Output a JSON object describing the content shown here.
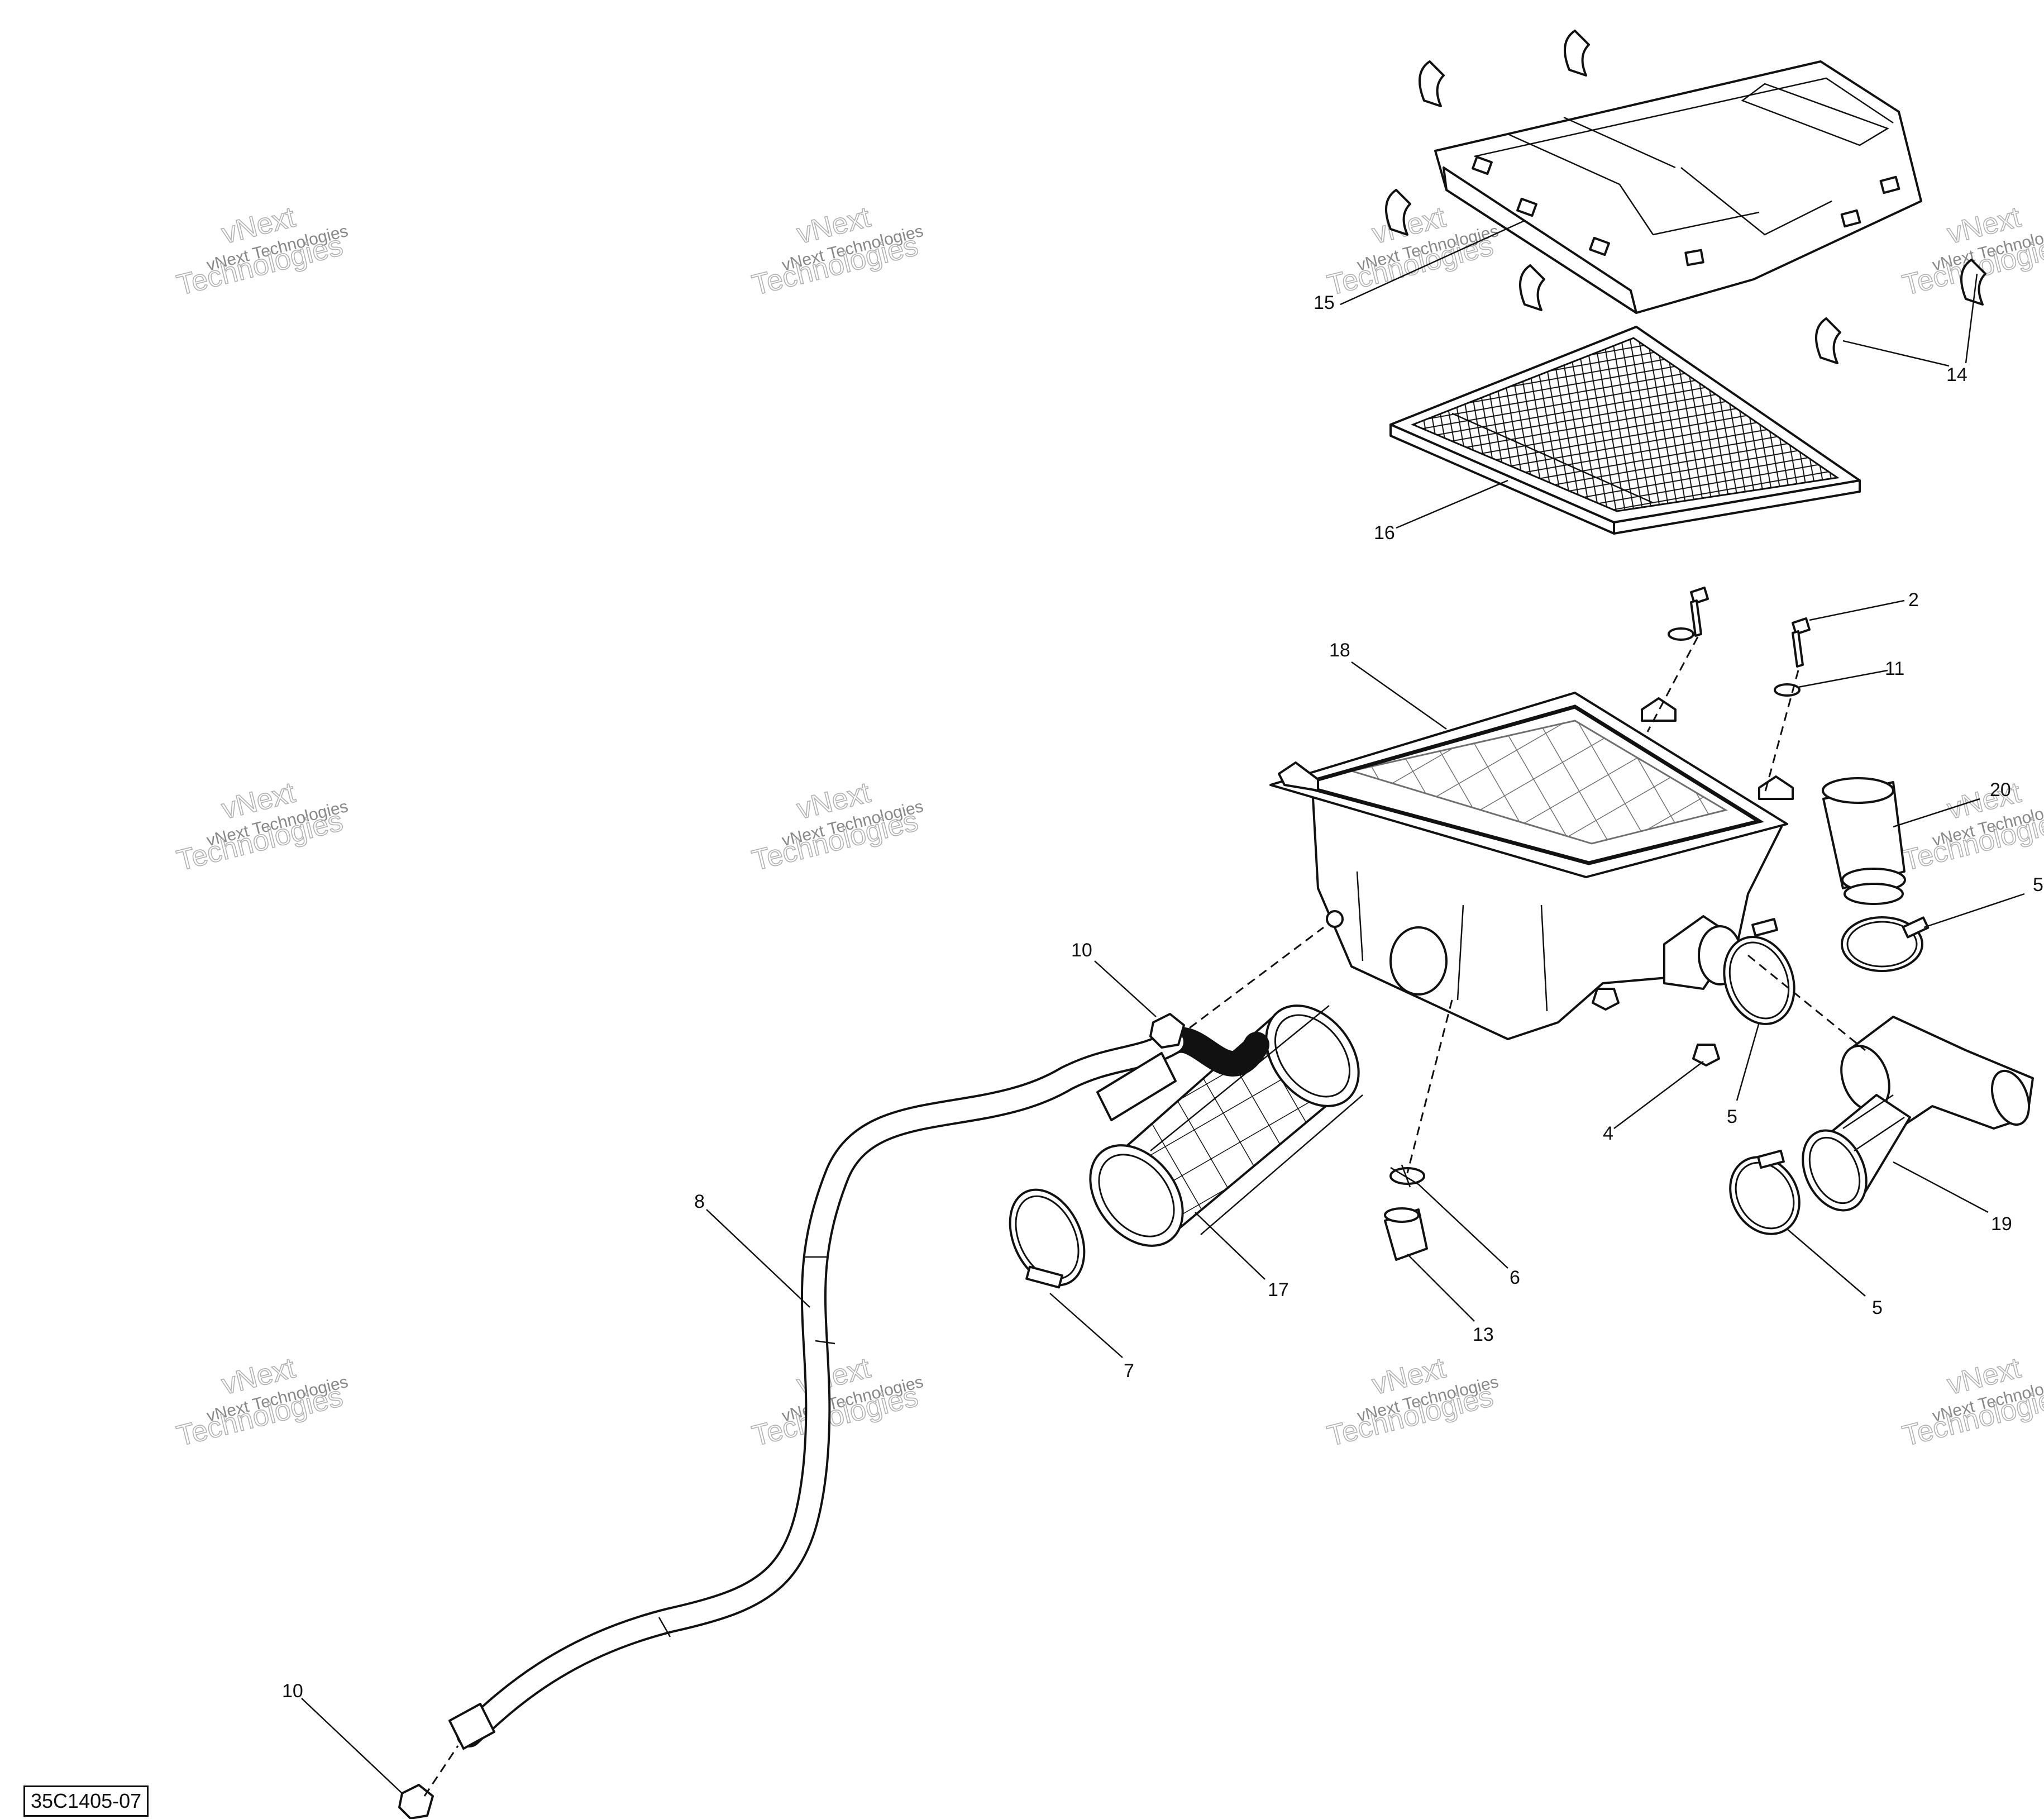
{
  "diagram": {
    "code": "35C1405-07",
    "watermark": {
      "line1": "vNext Technologies",
      "line2": "vNext",
      "line3": "Technologies"
    },
    "callouts": [
      {
        "id": "c15",
        "label": "15"
      },
      {
        "id": "c14",
        "label": "14"
      },
      {
        "id": "c16",
        "label": "16"
      },
      {
        "id": "c2",
        "label": "2"
      },
      {
        "id": "c11",
        "label": "11"
      },
      {
        "id": "c18",
        "label": "18"
      },
      {
        "id": "c20",
        "label": "20"
      },
      {
        "id": "c5a",
        "label": "5"
      },
      {
        "id": "c10a",
        "label": "10"
      },
      {
        "id": "c5b",
        "label": "5"
      },
      {
        "id": "c4",
        "label": "4"
      },
      {
        "id": "c8",
        "label": "8"
      },
      {
        "id": "c6",
        "label": "6"
      },
      {
        "id": "c17",
        "label": "17"
      },
      {
        "id": "c19",
        "label": "19"
      },
      {
        "id": "c13",
        "label": "13"
      },
      {
        "id": "c5c",
        "label": "5"
      },
      {
        "id": "c7",
        "label": "7"
      },
      {
        "id": "c10b",
        "label": "10"
      }
    ]
  }
}
